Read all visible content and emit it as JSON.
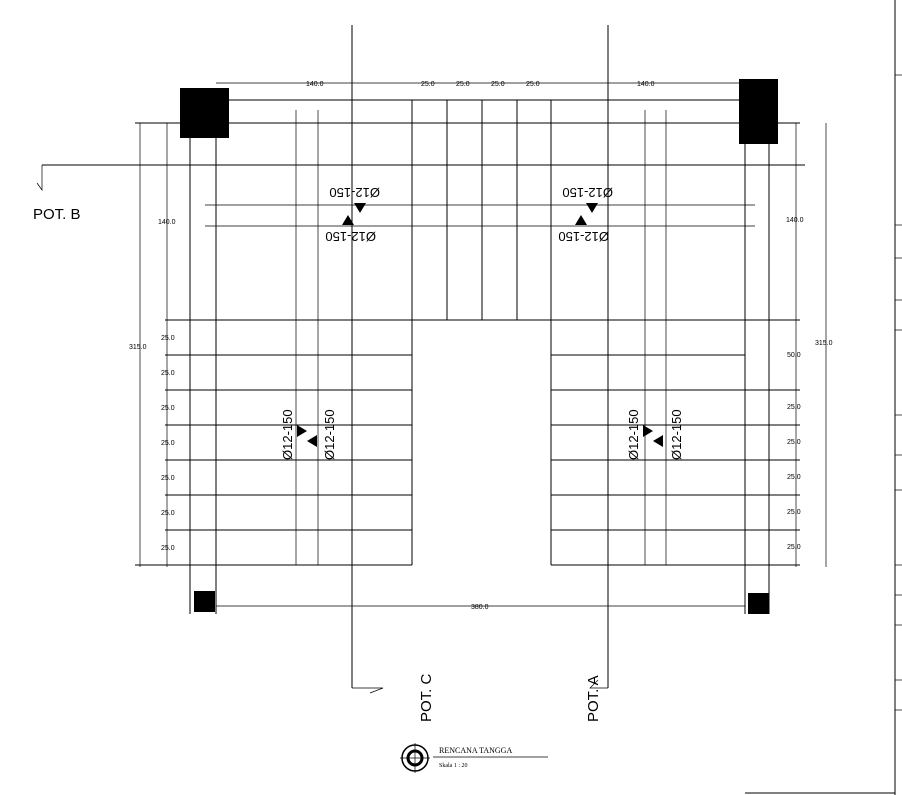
{
  "section_labels": {
    "pot_b": "POT. B",
    "pot_c": "POT. C",
    "pot_a": "POT. A"
  },
  "dimensions": {
    "top_left_landing": "140.0",
    "top_step_1": "25.0",
    "top_step_2": "25.0",
    "top_step_3": "25.0",
    "top_step_4": "25.0",
    "top_right_landing": "140.0",
    "left_landing_depth": "140.0",
    "right_landing_depth": "140.0",
    "left_total": "315.0",
    "right_total": "315.0",
    "bottom_width": "380.0",
    "right_50": "50.0",
    "left_steps": [
      "25.0",
      "25.0",
      "25.0",
      "25.0",
      "25.0",
      "25.0",
      "25.0"
    ],
    "right_steps": [
      "25.0",
      "25.0",
      "25.0",
      "25.0",
      "25.0"
    ]
  },
  "rebar": {
    "left_landing_top": "Ø12-150",
    "left_landing_bottom": "Ø12-150",
    "right_landing_top": "Ø12-150",
    "right_landing_bottom": "Ø12-150",
    "left_flight_a": "Ø12-150",
    "left_flight_b": "Ø12-150",
    "right_flight_a": "Ø12-150",
    "right_flight_b": "Ø12-150"
  },
  "title_block": {
    "title": "RENCANA TANGGA",
    "scale": "Skala 1 : 20"
  }
}
